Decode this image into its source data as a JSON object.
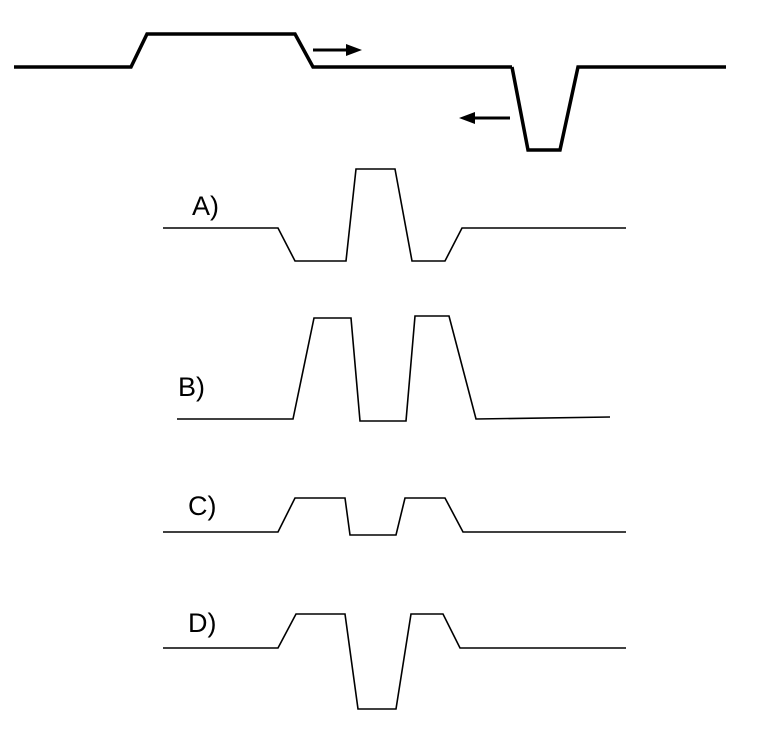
{
  "options": [
    {
      "id": "A",
      "label": "A)"
    },
    {
      "id": "B",
      "label": "B)"
    },
    {
      "id": "C",
      "label": "C)"
    },
    {
      "id": "D",
      "label": "D)"
    }
  ],
  "colors": {
    "stroke": "#000000",
    "background": "#ffffff"
  }
}
